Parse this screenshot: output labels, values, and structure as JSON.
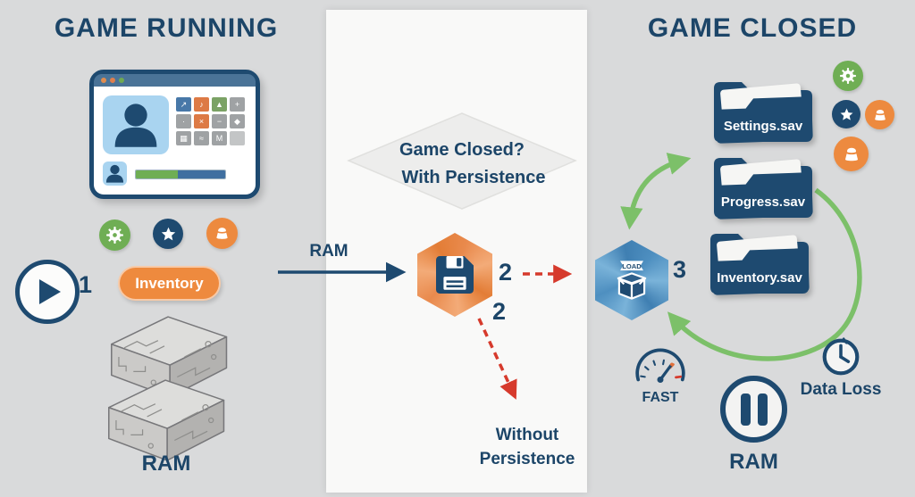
{
  "palette": {
    "navy": "#1c4568",
    "folder_navy": "#1e4a70",
    "orange": "#ee8a3e",
    "green": "#6fae54",
    "arrow_green": "#7cc069",
    "red": "#d63a2c",
    "blue": "#4e8fc0",
    "bg": "#d9dadb",
    "panel": "#f9f9f8"
  },
  "left": {
    "title": "GAME RUNNING",
    "step1": "1",
    "inventory_label": "Inventory",
    "ram_label": "RAM",
    "window": {
      "tiles": [
        {
          "glyph": "↗"
        },
        {
          "glyph": "♪"
        },
        {
          "glyph": "▲"
        },
        {
          "glyph": "+"
        },
        {
          "glyph": "·"
        },
        {
          "glyph": "×"
        },
        {
          "glyph": "−"
        },
        {
          "glyph": "◆"
        },
        {
          "glyph": "▦"
        },
        {
          "glyph": "≈"
        },
        {
          "glyph": "M"
        },
        {
          "glyph": ""
        }
      ]
    }
  },
  "middle": {
    "decision_line1": "Game Closed?",
    "decision_line2": "With Persistence",
    "ram_label": "RAM",
    "step2_save": "2",
    "step2_without": "2",
    "without_line1": "Without",
    "without_line2": "Persistence"
  },
  "right": {
    "title": "GAME CLOSED",
    "folders": [
      {
        "label": "Settings.sav"
      },
      {
        "label": "Progress.sav"
      },
      {
        "label": "Inventory.sav"
      }
    ],
    "step3": "3",
    "load_label": "LOAD",
    "fast_label": "FAST",
    "data_loss_label": "Data Loss",
    "ram_label": "RAM"
  }
}
